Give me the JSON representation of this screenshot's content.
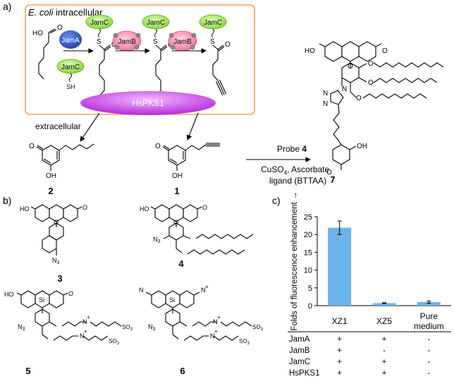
{
  "panels": {
    "a": "a)",
    "b": "b)",
    "c": "c)"
  },
  "cell": {
    "prefix": "E. coli",
    "suffix": " intracellular"
  },
  "proteins": {
    "jamA": "JamA",
    "jamB": "JamB",
    "jamC": "JamC",
    "hspks1": "HsPKS1"
  },
  "chem": {
    "ho": "HO",
    "oh": "OH",
    "sh": "SH",
    "s": "S",
    "o": "O",
    "n": "N",
    "n3": "N",
    "n3_sub": "3",
    "si": "Si",
    "so3": "SO",
    "so3_sub": "3",
    "plus": "+",
    "minus": "−"
  },
  "extracellular": "extracellular",
  "reaction": {
    "line1_a": "Probe ",
    "line1_b": "4",
    "line2_a": "CuSO",
    "line2_sub": "4",
    "line2_b": ", Ascorbate",
    "line3": "ligand (BTTAA)"
  },
  "compounds": {
    "c1": "1",
    "c2": "2",
    "c3": "3",
    "c4": "4",
    "c5": "5",
    "c6": "6",
    "c7": "7"
  },
  "chart_data": {
    "type": "bar",
    "ylabel": "Folds of fluorescence enhancement →",
    "ylim": [
      0,
      25
    ],
    "yticks": [
      0,
      5,
      10,
      15,
      20,
      25
    ],
    "categories": [
      "XZ1",
      "XZ5",
      "Pure medium"
    ],
    "category_lines": [
      [
        "XZ1"
      ],
      [
        "XZ5"
      ],
      [
        "Pure",
        "medium"
      ]
    ],
    "values": [
      21.9,
      0.7,
      1.0
    ],
    "errors": [
      1.9,
      0.1,
      0.3
    ],
    "bar_color": "#69b3e7"
  },
  "table": {
    "rows": [
      {
        "label": "JamA",
        "cells": [
          "+",
          "+",
          "-"
        ]
      },
      {
        "label": "JamB",
        "cells": [
          "+",
          "-",
          "-"
        ]
      },
      {
        "label": "JamC",
        "cells": [
          "+",
          "+",
          "-"
        ]
      },
      {
        "label": "HsPKS1",
        "cells": [
          "+",
          "+",
          "-"
        ]
      }
    ]
  }
}
